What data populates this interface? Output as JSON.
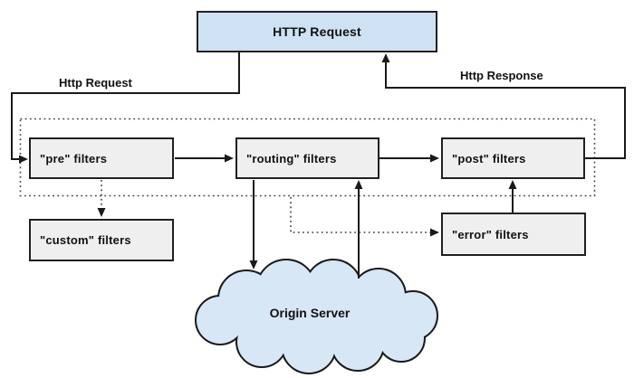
{
  "nodes": {
    "http_request": {
      "label": "HTTP Request",
      "fill": "#cfe2f3"
    },
    "pre_filters": {
      "label": "\"pre\" filters",
      "fill": "#efefef"
    },
    "routing_filters": {
      "label": "\"routing\" filters",
      "fill": "#efefef"
    },
    "post_filters": {
      "label": "\"post\" filters",
      "fill": "#efefef"
    },
    "custom_filters": {
      "label": "\"custom\" filters",
      "fill": "#efefef"
    },
    "error_filters": {
      "label": "\"error\" filters",
      "fill": "#efefef"
    },
    "origin_server": {
      "label": "Origin Server",
      "fill": "#d8e7f6"
    }
  },
  "edge_labels": {
    "request": "Http Request",
    "response": "Http Response"
  },
  "colors": {
    "background": "#ffffff",
    "solid_line": "#1a1a1a",
    "dotted_line": "#424242",
    "node_border": "#202020",
    "blue_fill": "#cfe2f3",
    "gray_fill": "#efefef",
    "cloud_fill": "#d8e7f6",
    "text": "#111111"
  }
}
